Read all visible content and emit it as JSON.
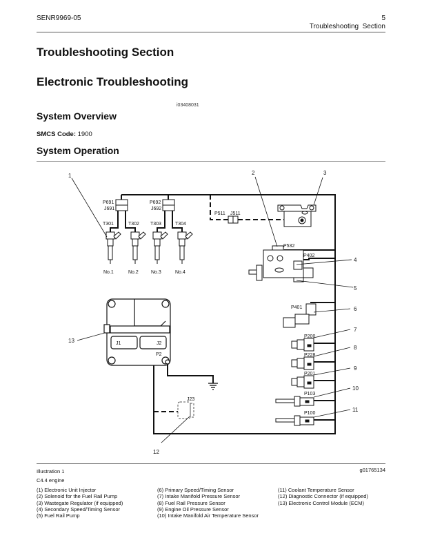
{
  "header": {
    "doc_number": "SENR9969-05",
    "page_number": "5",
    "section": "Troubleshooting  Section"
  },
  "headings": {
    "troubleshooting_section": "Troubleshooting Section",
    "electronic_troubleshooting": "Electronic Troubleshooting",
    "doc_id": "i03408031",
    "system_overview": "System Overview",
    "smcs_label": "SMCS Code:",
    "smcs_value": " 1900",
    "system_operation": "System Operation"
  },
  "diagram": {
    "callouts": [
      "1",
      "2",
      "3",
      "4",
      "5",
      "6",
      "7",
      "8",
      "9",
      "10",
      "11",
      "12",
      "13"
    ],
    "connectors": {
      "p691": "P691",
      "j691": "J691",
      "p692": "P692",
      "j692": "J692",
      "t301": "T301",
      "t302": "T302",
      "t303": "T303",
      "t304": "T304",
      "p511": "P511",
      "j511": "J511",
      "p532": "P532",
      "p402": "P402",
      "p401": "P401",
      "p200": "P200",
      "p228": "P228",
      "p201": "P201",
      "p103": "P103",
      "p100": "P100",
      "j1": "J1",
      "j2": "J2",
      "p2": "P2",
      "j23": "J23"
    },
    "injector_labels": [
      "No.1",
      "No.2",
      "No.3",
      "No.4"
    ]
  },
  "figure": {
    "illustration": "Illustration 1",
    "graphic_id": "g01765134",
    "engine": "C4.4 engine",
    "legend": [
      "(1) Electronic Unit Injector",
      "(2) Solenoid for the Fuel Rail Pump",
      "(3) Wastegate Regulator (if equipped)",
      "(4) Secondary Speed/Timing Sensor",
      "(5) Fuel Rail Pump",
      "(6) Primary Speed/Timing Sensor",
      "(7) Intake Manifold Pressure Sensor",
      "(8) Fuel Rail Pressure Sensor",
      "(9) Engine Oil Pressure Sensor",
      "(10) Intake Manifold Air Temperature Sensor",
      "(11) Coolant Temperature Sensor",
      "(12) Diagnostic Connector (if equipped)",
      "(13) Electronic Control Module (ECM)"
    ]
  }
}
